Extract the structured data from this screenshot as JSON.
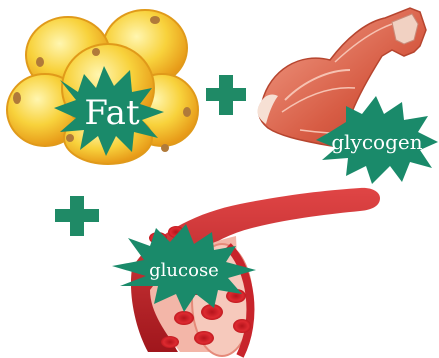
{
  "labels": {
    "fat": "Fat",
    "glycogen": "glycogen",
    "glucose": "glucose"
  },
  "colors": {
    "burst": "#1a8a6a",
    "plus": "#1f8a66",
    "fat_cell_fill": "#f6c93a",
    "fat_cell_edge": "#e09a1a",
    "nucleus": "#b07a3a",
    "muscle": "#d9624a",
    "muscle_light": "#f0a08a",
    "vessel": "#c8242b",
    "vessel_inner": "#f3b6a8",
    "blood_cell": "#d8232b"
  },
  "icons": [
    "fat-cells-illustration",
    "arm-muscle-illustration",
    "blood-vessel-illustration",
    "plus-icon",
    "plus-icon"
  ]
}
